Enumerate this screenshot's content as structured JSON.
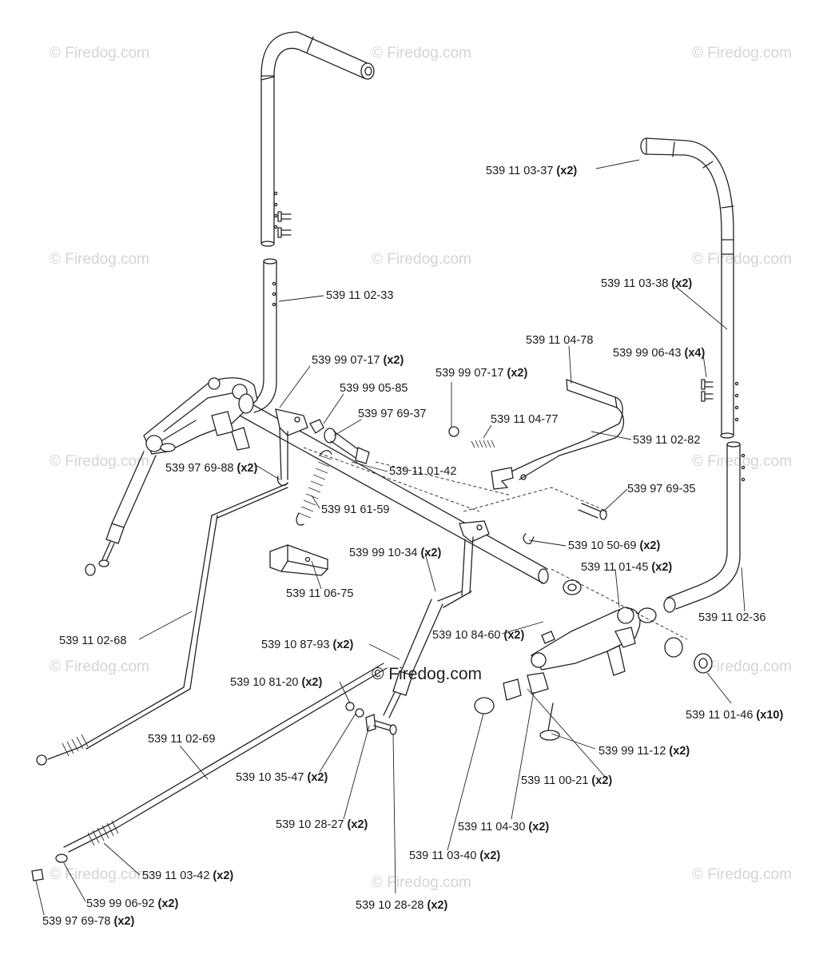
{
  "watermark": "© Firedog.com",
  "center_watermark": "© Firedog.com",
  "labels": [
    {
      "part": "539 11 03-37",
      "qty": "(x2)"
    },
    {
      "part": "539 11 02-33",
      "qty": ""
    },
    {
      "part": "539 11 03-38",
      "qty": "(x2)"
    },
    {
      "part": "539 11 04-78",
      "qty": ""
    },
    {
      "part": "539 99 07-17",
      "qty": "(x2)"
    },
    {
      "part": "539 99 07-17",
      "qty": "(x2)"
    },
    {
      "part": "539 99 06-43",
      "qty": "(x4)"
    },
    {
      "part": "539 99 05-85",
      "qty": ""
    },
    {
      "part": "539 97 69-37",
      "qty": ""
    },
    {
      "part": "539 11 04-77",
      "qty": ""
    },
    {
      "part": "539 11 02-82",
      "qty": ""
    },
    {
      "part": "539 97 69-88",
      "qty": "(x2)"
    },
    {
      "part": "539 11 01-42",
      "qty": ""
    },
    {
      "part": "539 97 69-35",
      "qty": ""
    },
    {
      "part": "539 91 61-59",
      "qty": ""
    },
    {
      "part": "539 10 50-69",
      "qty": "(x2)"
    },
    {
      "part": "539 99 10-34",
      "qty": "(x2)"
    },
    {
      "part": "539 11 01-45",
      "qty": "(x2)"
    },
    {
      "part": "539 11 06-75",
      "qty": ""
    },
    {
      "part": "539 11 02-36",
      "qty": ""
    },
    {
      "part": "539 10 84-60",
      "qty": "(x2)"
    },
    {
      "part": "539 11 02-68",
      "qty": ""
    },
    {
      "part": "539 10 87-93",
      "qty": "(x2)"
    },
    {
      "part": "539 10 81-20",
      "qty": "(x2)"
    },
    {
      "part": "539 11 01-46",
      "qty": "(x10)"
    },
    {
      "part": "539 99 11-12",
      "qty": "(x2)"
    },
    {
      "part": "539 11 02-69",
      "qty": ""
    },
    {
      "part": "539 10 35-47",
      "qty": "(x2)"
    },
    {
      "part": "539 11 00-21",
      "qty": "(x2)"
    },
    {
      "part": "539 10 28-27",
      "qty": "(x2)"
    },
    {
      "part": "539 11 04-30",
      "qty": "(x2)"
    },
    {
      "part": "539 11 03-40",
      "qty": "(x2)"
    },
    {
      "part": "539 11 03-42",
      "qty": "(x2)"
    },
    {
      "part": "539 10 28-28",
      "qty": "(x2)"
    },
    {
      "part": "539 99 06-92",
      "qty": "(x2)"
    },
    {
      "part": "539 97 69-78",
      "qty": "(x2)"
    }
  ]
}
